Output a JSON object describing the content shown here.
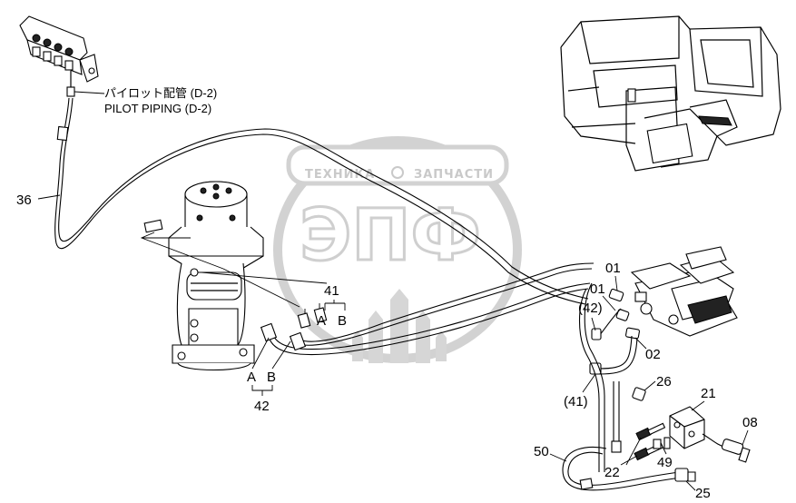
{
  "watermark": {
    "top_text": "ТЕХНИКА",
    "right_text": "ЗАПЧАСТИ",
    "big_text": "ЭПФ"
  },
  "callouts": {
    "pilot_jp": "パイロット配管 (D-2)",
    "pilot_en": "PILOT PIPING (D-2)",
    "n36": "36",
    "n41": "41",
    "a_top": "A",
    "b_top": "B",
    "a_bottom": "A",
    "b_bottom": "B",
    "n42": "42",
    "n01_top": "01",
    "n01_left": "01",
    "n42_paren": "(42)",
    "n02": "02",
    "n26": "26",
    "n41_paren": "(41)",
    "n21": "21",
    "n08": "08",
    "n50": "50",
    "n22": "22",
    "n49": "49",
    "n25": "25"
  }
}
